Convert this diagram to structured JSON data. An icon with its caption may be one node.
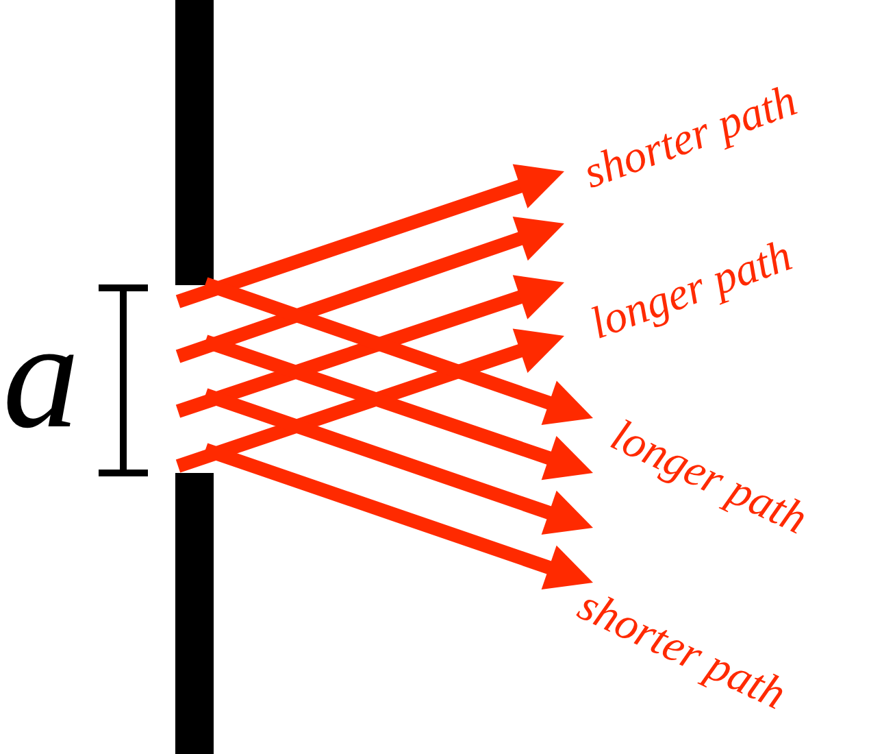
{
  "diagram": {
    "labels": [
      "shorter path",
      "longer path",
      "a",
      "longer path",
      "shorter path"
    ]
  }
}
